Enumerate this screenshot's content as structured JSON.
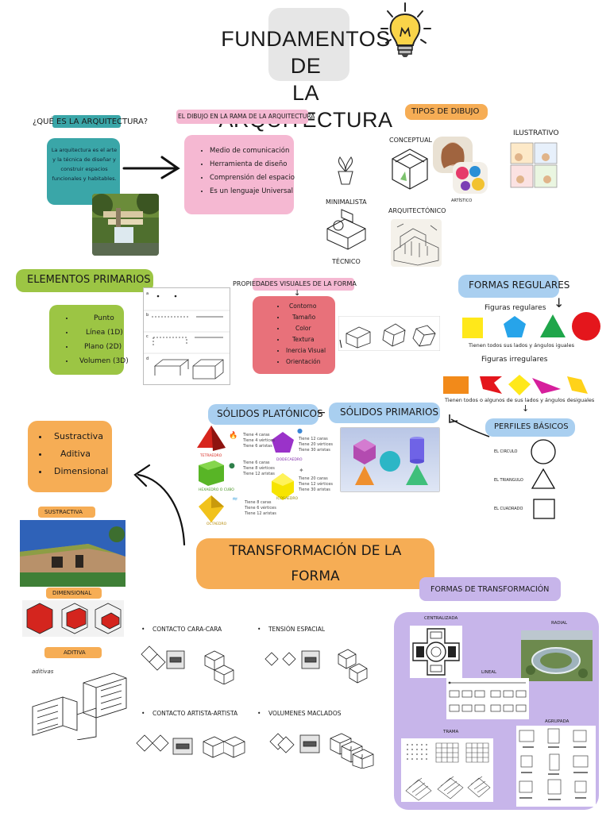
{
  "title": {
    "line1": "FUNDAMENTOS DE",
    "line2": "LA ARQUITECTURA"
  },
  "que_es": {
    "heading": "¿QUÉ ES LA ARQUITECTURA?",
    "body": "La arquitectura es el arte y la técnica de diseñar y construir espacios funcionales y habitables."
  },
  "dibujo": {
    "heading": "EL DIBUJO EN LA RAMA DE LA ARQUITECTURA",
    "items": [
      "Medio de comunicación",
      "Herramienta de diseño",
      "Comprensión del espacio",
      "Es un lenguaje Universal"
    ]
  },
  "tipos": {
    "heading": "TIPOS DE DIBUJO",
    "conceptual": "CONCEPTUAL",
    "ilustrativo": "ILUSTRATIVO",
    "artistico": "ARTÍSTICO",
    "minimalista": "MINIMALISTA",
    "arquitectonico": "ARQUITECTÓNICO",
    "tecnico": "TÉCNICO"
  },
  "elementos": {
    "heading": "ELEMENTOS PRIMARIOS",
    "items": [
      "Punto",
      "Línea (1D)",
      "Plano (2D)",
      "Volumen (3D)"
    ],
    "diagram_labels": [
      "a",
      "b",
      "c",
      "d"
    ]
  },
  "propiedades": {
    "heading": "PROPIEDADES VISUALES DE LA FORMA",
    "items": [
      "Contorno",
      "Tamaño",
      "Color",
      "Textura",
      "Inercia Visual",
      "Orientación"
    ]
  },
  "formas_regulares": {
    "heading": "FORMAS REGULARES",
    "reg_label": "Figuras regulares",
    "reg_caption": "Tienen todos sus lados y ángulos iguales",
    "irr_label": "Figuras irregulares",
    "irr_caption": "Tienen todos o algunos de sus lados y ángulos desiguales"
  },
  "perfiles": {
    "heading": "PERFILES BÁSICOS",
    "items": [
      "EL CIRCULO",
      "EL TRIANGULO",
      "EL CUADRADO"
    ]
  },
  "solidos_primarios": {
    "heading": "SÓLIDOS PRIMARIOS"
  },
  "platonicos": {
    "heading": "SÓLIDOS PLATÓNICOS",
    "tetraedro": {
      "name": "TETRAEDRO",
      "info": [
        "Tiene 4 caras",
        "Tiene 4 vértices",
        "Tiene 6 aristas"
      ]
    },
    "dodecaedro": {
      "name": "DODECAEDRO",
      "info": [
        "Tiene 12 caras",
        "Tiene 20 vértices",
        "Tiene 30 aristas"
      ]
    },
    "hexaedro": {
      "name": "HEXAEDRO O CUBO",
      "info": [
        "Tiene 6 caras",
        "Tiene 8 vértices",
        "Tiene 12 aristas"
      ]
    },
    "icosaedro": {
      "name": "ICOSAEDRO",
      "info": [
        "Tiene 20 caras",
        "Tiene 12 vértices",
        "Tiene 30 aristas"
      ]
    },
    "octaedro": {
      "name": "OCTAEDRO",
      "info": [
        "Tiene 8 caras",
        "Tiene 6 vértices",
        "Tiene 12 aristas"
      ]
    }
  },
  "tipos_volumen": {
    "items": [
      "Sustractiva",
      "Aditiva",
      "Dimensional"
    ]
  },
  "labels": {
    "sustractiva": "SUSTRACTIVA",
    "dimensional": "DIMENSIONAL",
    "aditiva": "ADITIVA",
    "aditivas_hand": "aditivas"
  },
  "transformacion": {
    "line1": "TRANSFORMACIÓN DE LA",
    "line2": "FORMA"
  },
  "contactos": {
    "cara": "CONTACTO CARA-CARA",
    "tension": "TENSIÓN ESPACIAL",
    "artista": "CONTACTO ARTISTA-ARTISTA",
    "maclados": "VOLUMENES MACLADOS"
  },
  "formas_transformacion": {
    "heading": "FORMAS DE TRANSFORMACIÓN",
    "centralizada": "CENTRALIZADA",
    "radial": "RADIAL",
    "lineal": "LINEAL",
    "trama": "TRAMA",
    "agrupada": "AGRUPADA"
  },
  "colors": {
    "teal": "#3aa6a8",
    "pink": "#f5b8d2",
    "orange": "#f6ad55",
    "green": "#9cc544",
    "blue": "#a9cff0",
    "red_pill": "#e8717a",
    "gray_title": "#e6e6e6",
    "purple": "#c7b5ea"
  }
}
